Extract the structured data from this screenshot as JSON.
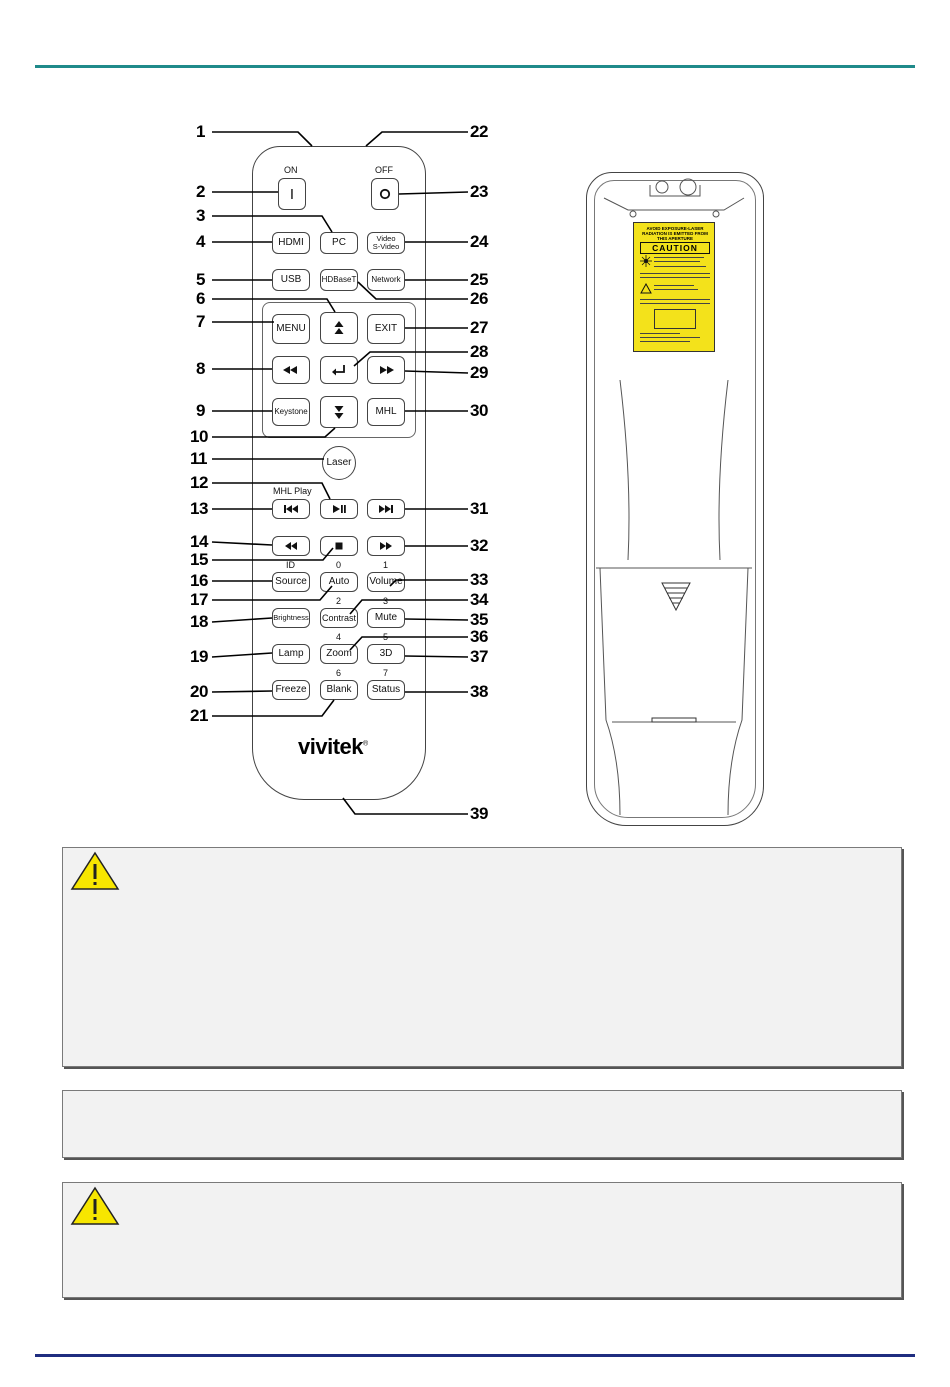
{
  "remote_front": {
    "brand": "vivitek",
    "brand_mark": "®",
    "captions": {
      "on": "ON",
      "off": "OFF",
      "mhl_play": "MHL  Play",
      "id": "ID",
      "num_0": "0",
      "num_1": "1",
      "num_2": "2",
      "num_3": "3",
      "num_4": "4",
      "num_5": "5",
      "num_6": "6",
      "num_7": "7"
    },
    "buttons": {
      "power_on": "I",
      "pc": "PC",
      "hdmi": "HDMI",
      "video_line1": "Video",
      "video_line2": "S-Video",
      "usb": "USB",
      "hdbaset": "HDBaseT",
      "network": "Network",
      "menu": "MENU",
      "exit": "EXIT",
      "keystone": "Keystone",
      "mhl": "MHL",
      "laser": "Laser",
      "source": "Source",
      "auto": "Auto",
      "volume": "Volume",
      "brightness": "Brightness",
      "contrast": "Contrast",
      "mute": "Mute",
      "lamp": "Lamp",
      "zoom": "Zoom",
      "three_d": "3D",
      "freeze": "Freeze",
      "blank": "Blank",
      "status": "Status"
    },
    "icons": [
      "power-off-icon",
      "up-arrow-icon",
      "left-arrow-icon",
      "enter-icon",
      "right-arrow-icon",
      "down-arrow-icon",
      "skip-back-icon",
      "play-pause-icon",
      "skip-forward-icon",
      "rewind-icon",
      "stop-icon",
      "fast-forward-icon"
    ]
  },
  "callouts": {
    "n1": "1",
    "n2": "2",
    "n3": "3",
    "n4": "4",
    "n5": "5",
    "n6": "6",
    "n7": "7",
    "n8": "8",
    "n9": "9",
    "n10": "10",
    "n11": "11",
    "n12": "12",
    "n13": "13",
    "n14": "14",
    "n15": "15",
    "n16": "16",
    "n17": "17",
    "n18": "18",
    "n19": "19",
    "n20": "20",
    "n21": "21",
    "n22": "22",
    "n23": "23",
    "n24": "24",
    "n25": "25",
    "n26": "26",
    "n27": "27",
    "n28": "28",
    "n29": "29",
    "n30": "30",
    "n31": "31",
    "n32": "32",
    "n33": "33",
    "n34": "34",
    "n35": "35",
    "n36": "36",
    "n37": "37",
    "n38": "38",
    "n39": "39"
  },
  "remote_back": {
    "label_header": "AVOID EXPOSURE-LASER RADIATION IS EMITTED FROM THIS APERTURE",
    "label_caution": "CAUTION",
    "label_color": "#f3e21b"
  },
  "colors": {
    "top_rule": "#1f8a8a",
    "bottom_rule": "#1f2d80",
    "notice_bg": "#f2f2f2",
    "warning_yellow": "#f7e600"
  }
}
